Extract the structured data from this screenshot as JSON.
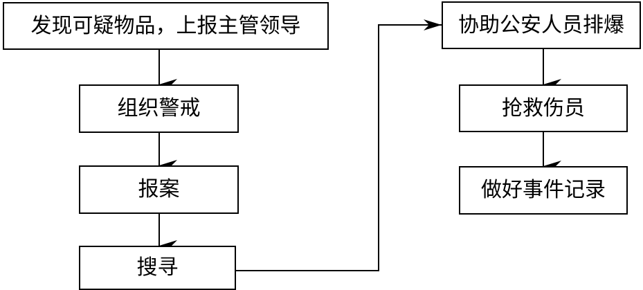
{
  "diagram": {
    "left_column": {
      "step1": "发现可疑物品，上报主管领导",
      "step2": "组织警戒",
      "step3": "报案",
      "step4": "搜寻"
    },
    "right_column": {
      "step5": "协助公安人员排爆",
      "step6": "抢救伤员",
      "step7": "做好事件记录"
    }
  },
  "colors": {
    "stroke": "#000000",
    "background": "#ffffff"
  }
}
